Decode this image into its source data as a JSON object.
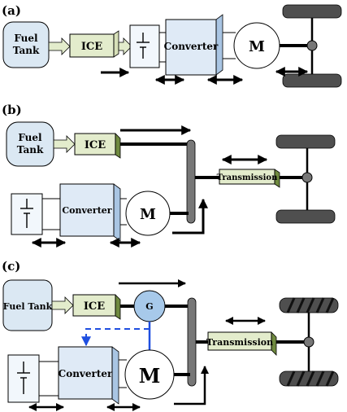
{
  "panels": {
    "a": {
      "label": "(a)",
      "fuel_tank": [
        "Fuel",
        "Tank"
      ],
      "ice": "ICE",
      "converter": "Converter",
      "motor": "M"
    },
    "b": {
      "label": "(b)",
      "fuel_tank": [
        "Fuel",
        "Tank"
      ],
      "ice": "ICE",
      "converter": "Converter",
      "motor": "M",
      "transmission": "Transmission"
    },
    "c": {
      "label": "(c)",
      "fuel_tank": "Fuel Tank",
      "ice": "ICE",
      "generator": "G",
      "converter": "Converter",
      "motor": "M",
      "transmission": "Transmission"
    }
  },
  "colors": {
    "fuel_tank_fill": "#dbe8f3",
    "ice_fill": "#e3eccc",
    "converter_fill": "#dfeaf6",
    "converter_side": "#a9c5e3",
    "shaft": "#000000",
    "wheel": "#4f4f4f",
    "hub": "#777777",
    "generator_fill": "#a7c9ea",
    "electric_link": "#1f4fe0"
  }
}
